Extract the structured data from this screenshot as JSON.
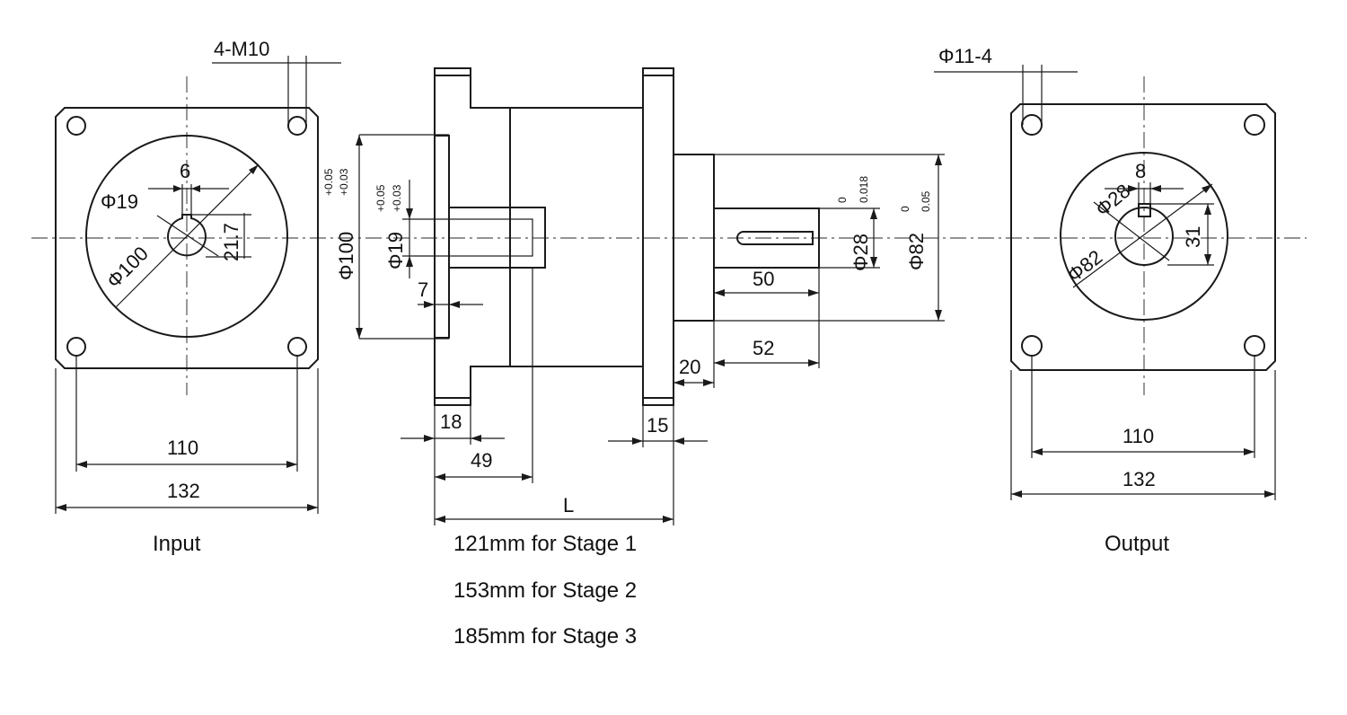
{
  "input_view": {
    "title": "Input",
    "bolt_label": "4-M10",
    "bore_label": "Φ19",
    "key_width_label": "6",
    "key_height_label": "21.7",
    "pilot_label": "Φ100",
    "bolt_pitch_label": "110",
    "flange_label": "132"
  },
  "side_view": {
    "pilot_label": "Φ100",
    "pilot_tol_upper": "+0.05",
    "pilot_tol_lower": "+0.03",
    "bore_label": "Φ19",
    "bore_tol_upper": "+0.05",
    "bore_tol_lower": "+0.03",
    "shaft_label": "Φ28",
    "shaft_tol_upper": "0",
    "shaft_tol_lower": "0.018",
    "spigot_label": "Φ82",
    "spigot_tol_upper": "0",
    "spigot_tol_lower": "0.05",
    "key_len_label": "50",
    "shaft_len_label": "52",
    "spigot_len_label": "20",
    "in_flange_label": "18",
    "in_depth_label": "49",
    "out_flange_label": "15",
    "offset_label": "7",
    "length_label": "L",
    "stage_lines": [
      "121mm for Stage 1",
      "153mm for Stage 2",
      "185mm for Stage 3"
    ]
  },
  "output_view": {
    "title": "Output",
    "bolt_label": "Φ11-4",
    "key_width_label": "8",
    "shaft_label": "Φ28",
    "key_height_label": "31",
    "spigot_label": "Φ82",
    "bolt_pitch_label": "110",
    "flange_label": "132"
  }
}
